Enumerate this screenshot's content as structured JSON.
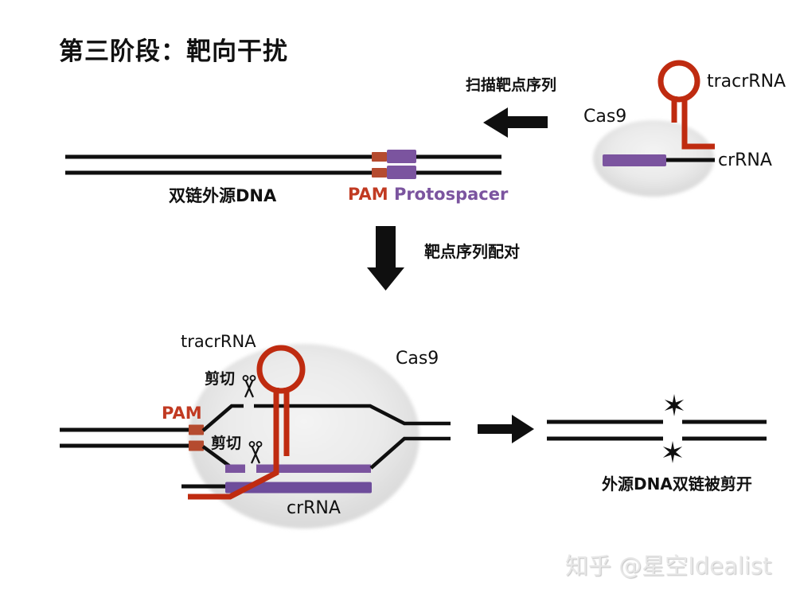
{
  "title": "第三阶段：靶向干扰",
  "steps": {
    "scan_label": "扫描靶点序列",
    "pair_label": "靶点序列配对"
  },
  "top_complex": {
    "cas9_label": "Cas9",
    "tracrrna_label": "tracrRNA",
    "crrna_label": "crRNA"
  },
  "top_dna": {
    "dna_label": "双链外源DNA",
    "pam_label": "PAM",
    "protospacer_label": "Protospacer"
  },
  "bottom_complex": {
    "tracrrna_label": "tracrRNA",
    "cas9_label": "Cas9",
    "crrna_label": "crRNA",
    "pam_label": "PAM",
    "cut_label_top": "剪切",
    "cut_label_bottom": "剪切"
  },
  "result": {
    "label": "外源DNA双链被剪开"
  },
  "watermark": "知乎 @星空Idealist",
  "colors": {
    "rna_red": "#bf2b10",
    "pam_brick": "#b54b2f",
    "pam_text_red": "#c13a22",
    "protospacer_purple": "#7b549f",
    "crrna_purple": "#6e4d9b",
    "line_black": "#0f0f0f",
    "cas9_gray": "#e9e9e9"
  },
  "icons": {
    "scissors_icon": "✂",
    "star_burst_icon": "✶",
    "left_arrow_icon": "◀",
    "down_arrow_icon": "▼",
    "right_arrow_icon": "▶"
  }
}
